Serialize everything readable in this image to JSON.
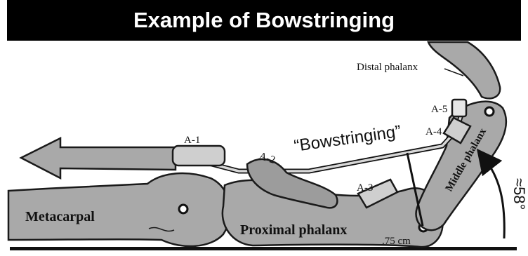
{
  "title": "Example of Bowstringing",
  "labels": {
    "distal_phalanx": "Distal phalanx",
    "middle_phalanx": "Middle phalanx",
    "proximal_phalanx": "Proximal phalanx",
    "metacarpal": "Metacarpal",
    "bowstringing": "“Bowstringing”",
    "a1": "A-1",
    "a2": "A-2",
    "a3": "A-3",
    "a4": "A-4",
    "a5": "A-5",
    "distance": ".75 cm",
    "angle": "≈58°"
  },
  "colors": {
    "bone": "#a9a9a9",
    "bone_outline": "#1a1a1a",
    "pulley": "#cfcfcf",
    "tendon": "#d8d8d8",
    "title_bg": "#000000",
    "title_text": "#ffffff"
  }
}
